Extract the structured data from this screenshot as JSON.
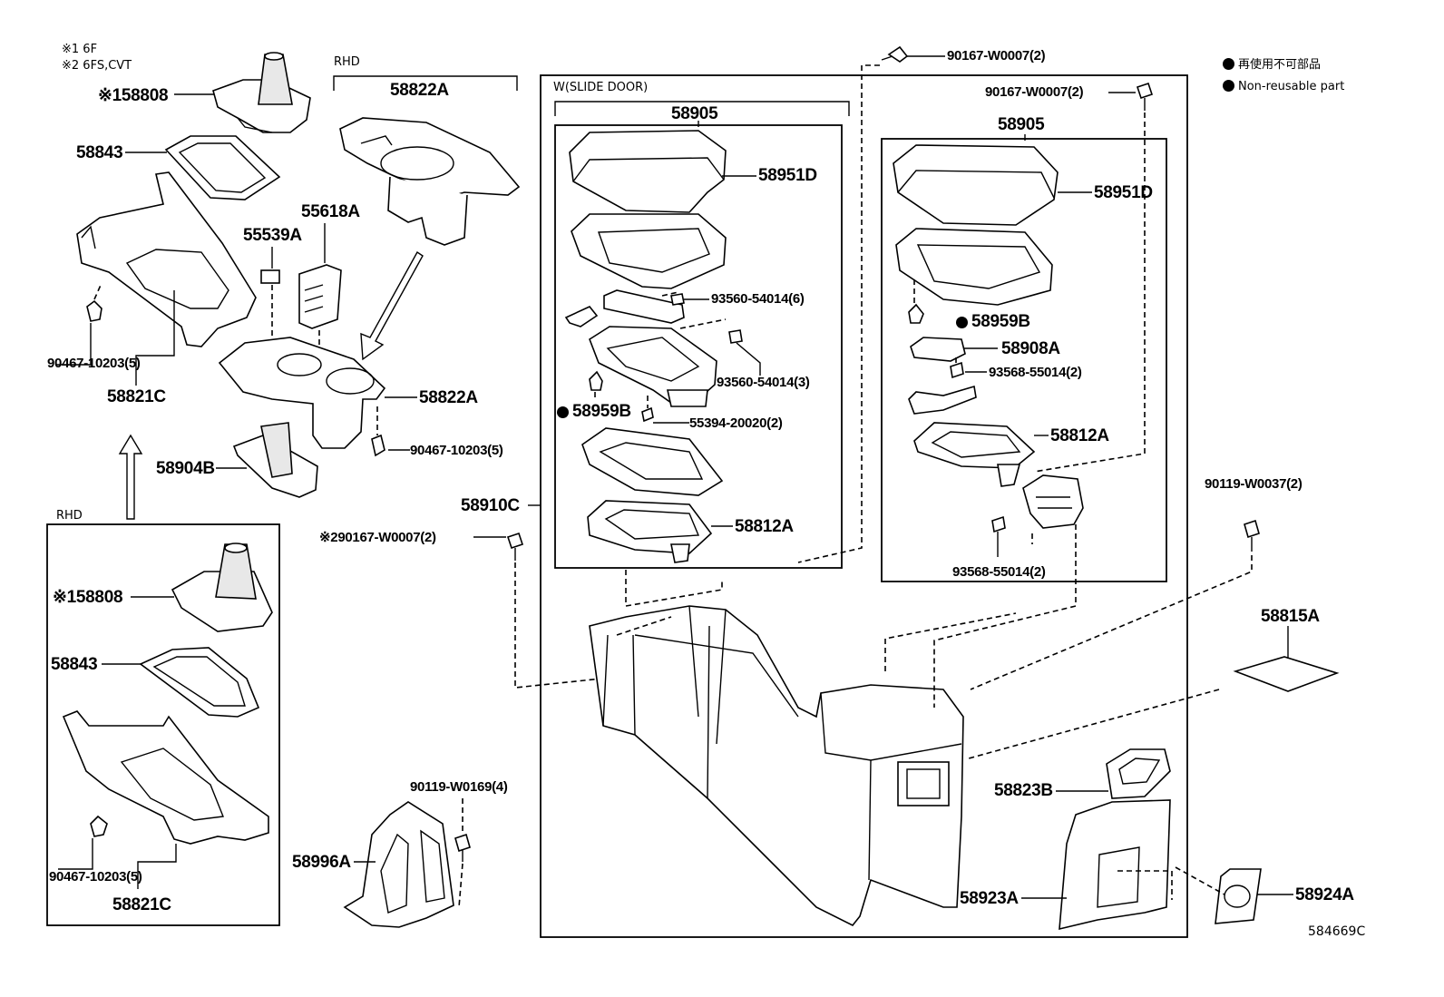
{
  "notes": {
    "n1": "※1 6F",
    "n2": "※2 6FS,CVT",
    "rhd_top": "RHD",
    "rhd_bottom": "RHD",
    "slide_door": "W(SLIDE DOOR)",
    "legend_jp": "再使用不可部品",
    "legend_en": "Non-reusable part",
    "figure_code": "584669C"
  },
  "labels": {
    "p58808_top": "58808",
    "p58808_top_mark": "※1",
    "p58843_top": "58843",
    "p90467_top": "90467-10203(5)",
    "p58821C_top": "58821C",
    "p58822A_top": "58822A",
    "p55618A": "55618A",
    "p55539A": "55539A",
    "p58822A_mid": "58822A",
    "p90467_mid": "90467-10203(5)",
    "p58904B": "58904B",
    "p58808_bot": "58808",
    "p58808_bot_mark": "※1",
    "p58843_bot": "58843",
    "p90467_bot": "90467-10203(5)",
    "p58821C_bot": "58821C",
    "p90119_W0169": "90119-W0169(4)",
    "p58996A": "58996A",
    "p90167_left": "90167-W0007(2)",
    "p90167_left_mark": "※2",
    "p58910C": "58910C",
    "p90167_top": "90167-W0007(2)",
    "p58905_l": "58905",
    "p58951D_l": "58951D",
    "p93560_6": "93560-54014(6)",
    "p93560_3": "93560-54014(3)",
    "p58959B_l": "58959B",
    "p55394": "55394-20020(2)",
    "p58812A_l": "58812A",
    "p90167_right": "90167-W0007(2)",
    "p58905_r": "58905",
    "p58951D_r": "58951D",
    "p58959B_r": "58959B",
    "p58908A": "58908A",
    "p93568_a": "93568-55014(2)",
    "p58812A_r": "58812A",
    "p93568_b": "93568-55014(2)",
    "p90119_W0037": "90119-W0037(2)",
    "p58815A": "58815A",
    "p58823B": "58823B",
    "p58923A": "58923A",
    "p58924A": "58924A"
  }
}
